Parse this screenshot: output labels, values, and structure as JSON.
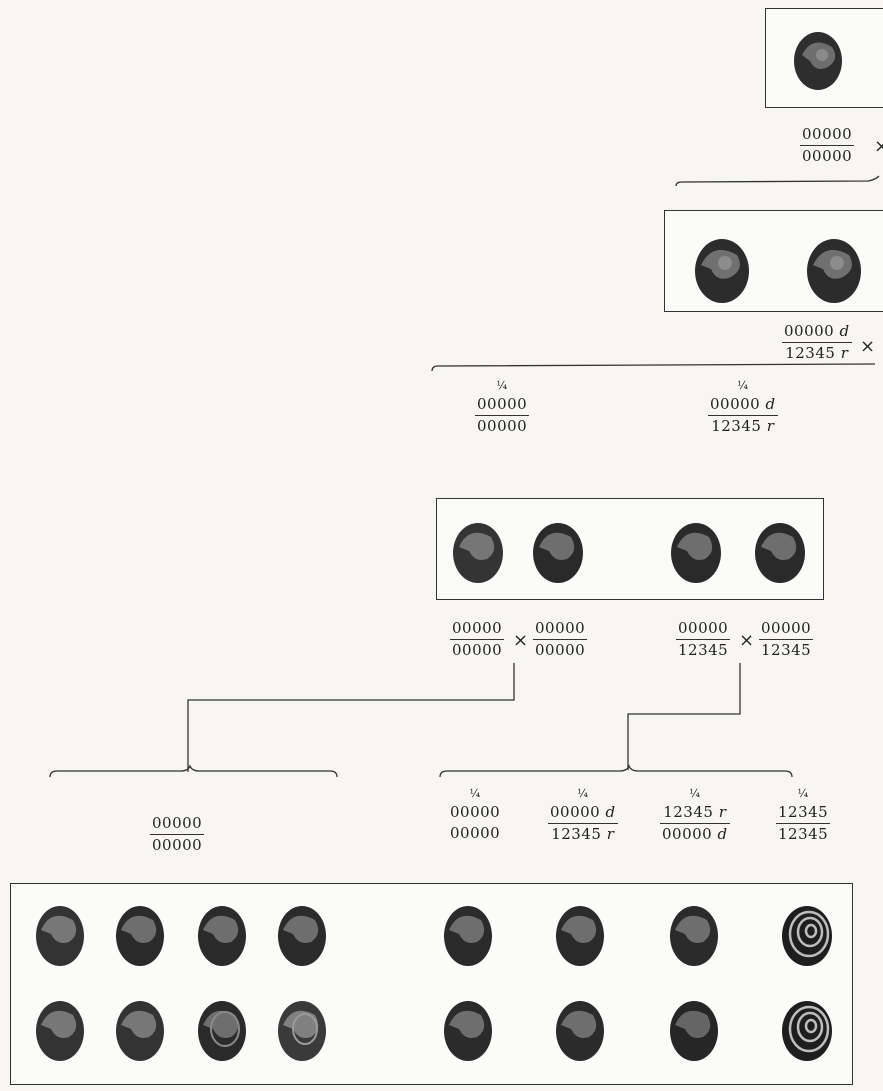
{
  "symbols": {
    "times": "×",
    "quarter": "¼"
  },
  "p1": {
    "cross_left": {
      "num": "00000",
      "den": "00000"
    }
  },
  "f1": {
    "cross_left": {
      "num": "00000 d",
      "den": "12345 r"
    }
  },
  "f2": {
    "left_label": {
      "q": "¼",
      "num": "00000",
      "den": "00000"
    },
    "right_label": {
      "q": "¼",
      "num": "00000 d",
      "den": "12345 r"
    },
    "cross_left": {
      "a": {
        "num": "00000",
        "den": "00000"
      },
      "b": {
        "num": "00000",
        "den": "00000"
      }
    },
    "cross_right": {
      "a": {
        "num": "00000",
        "den": "12345"
      },
      "b": {
        "num": "00000",
        "den": "12345"
      }
    }
  },
  "f3": {
    "left_label": {
      "num": "00000",
      "den": "00000"
    },
    "right_labels": [
      {
        "q": "¼",
        "num": "00000",
        "den": "00000"
      },
      {
        "q": "¼",
        "num": "00000 d",
        "den": "12345 r"
      },
      {
        "q": "¼",
        "num": "12345 r",
        "den": "00000 d"
      },
      {
        "q": "¼",
        "num": "12345",
        "den": "12345"
      }
    ]
  },
  "colors": {
    "shell_dark": "#2a2a2a",
    "shell_mid": "#6b6b6b",
    "background": "#f7f6f2",
    "line": "#333333"
  },
  "icons": [
    "snail-shell-icon",
    "banded-snail-shell-icon"
  ]
}
